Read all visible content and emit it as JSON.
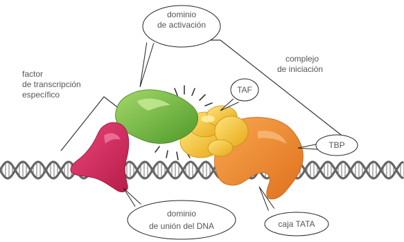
{
  "labels": {
    "activation_domain": [
      "dominio",
      "de activación"
    ],
    "initiation_complex": [
      "complejo",
      "de iniciación"
    ],
    "specific_factor": [
      "factor",
      "de transcripción",
      "específico"
    ],
    "taf": "TAF",
    "tbp": "TBP",
    "dna_binding_domain": [
      "dominio",
      "de unión del DNA"
    ],
    "tata_box": "caja TATA"
  },
  "colors": {
    "activator_dna_binding": "#d42a5e",
    "activator_activation": "#7cc242",
    "taf": "#f4c430",
    "tbp": "#f0892a",
    "dna_strand": "#666666",
    "bubble_outline": "#222222",
    "label_text": "#555555"
  }
}
